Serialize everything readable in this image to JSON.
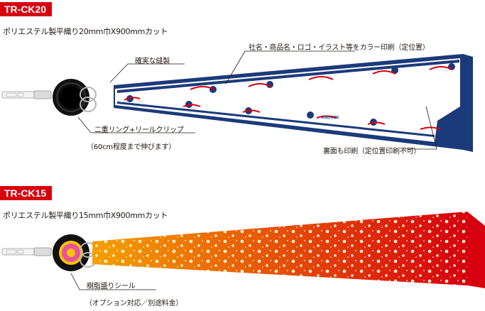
{
  "products": [
    {
      "code": "TR-CK20",
      "spec": "ポリエステル製平織り20mm巾X900mmカット",
      "notes": {
        "sewing": "確実な縫製",
        "print_front": "社名・商品名・ロゴ・イラスト等をカラー印刷（定位置）",
        "ring_clip": "二重リング+リールクリップ",
        "ring_clip_sub": "（60cm程度まで伸びます）",
        "print_back": "裏面も印刷（定位置印刷不可）"
      },
      "strap_logo_text": "ADELAIDE",
      "colors": {
        "band": "#1b3a7a",
        "accent": "#d7000f"
      }
    },
    {
      "code": "TR-CK15",
      "spec": "ポリエステル製平織り15mm巾X900mmカット",
      "notes": {
        "seal": "樹脂盛りシール",
        "seal_sub": "（オプション対応／別途料金）"
      },
      "colors": {
        "grad_start": "#f39800",
        "grad_end": "#d7000f"
      }
    }
  ]
}
